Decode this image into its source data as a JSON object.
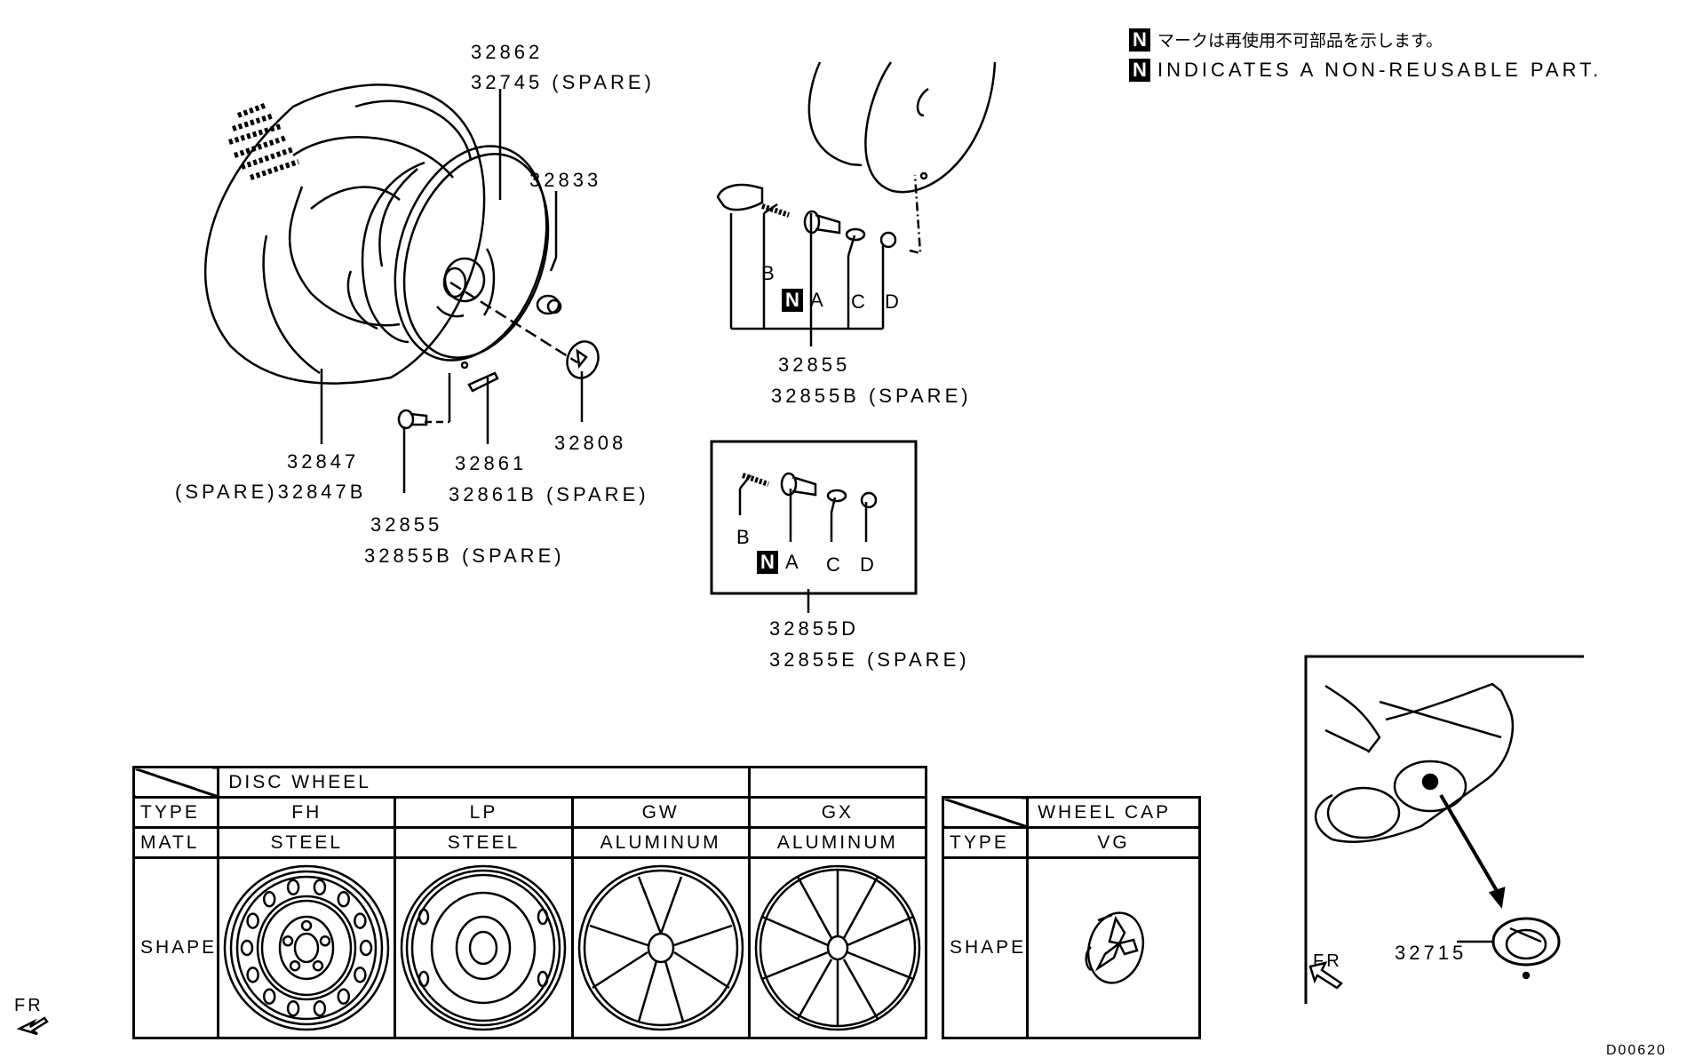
{
  "legend": {
    "mark": "N",
    "japanese": "マークは再使用不可部品を示します。",
    "english": "INDICATES A NON-REUSABLE PART."
  },
  "callouts": {
    "tire": {
      "line1": "32862",
      "line2": "32745 (SPARE)"
    },
    "nut": "32833",
    "tire_main": {
      "line1": "32847",
      "line2": "(SPARE)32847B"
    },
    "balance_weight": {
      "line1": "32861",
      "line2": "32861B (SPARE)"
    },
    "center_cap": "32808",
    "valve_left": {
      "line1": "32855",
      "line2": "32855B (SPARE)"
    },
    "valve_kit": {
      "line1": "32855",
      "line2": "32855B (SPARE)"
    },
    "valve_box": {
      "line1": "32855D",
      "line2": "32855E (SPARE)"
    },
    "spare_cap": "32715"
  },
  "valve_parts": {
    "a": "A",
    "b": "B",
    "c": "C",
    "d": "D",
    "mark": "N"
  },
  "wheel_table": {
    "header": "DISC WHEEL",
    "row_type": "TYPE",
    "row_matl": "MATL",
    "row_shape": "SHAPE",
    "columns": [
      {
        "type": "FH",
        "matl": "STEEL",
        "icon": "steel-wheel-fh"
      },
      {
        "type": "LP",
        "matl": "STEEL",
        "icon": "steel-wheel-lp"
      },
      {
        "type": "GW",
        "matl": "ALUMINUM",
        "icon": "alloy-wheel-gw"
      },
      {
        "type": "GX",
        "matl": "ALUMINUM",
        "icon": "alloy-wheel-gx"
      }
    ]
  },
  "cap_table": {
    "header": "WHEEL CAP",
    "row_type": "TYPE",
    "row_shape": "SHAPE",
    "type": "VG",
    "icon": "wheel-cap-vg"
  },
  "direction": {
    "front": "FR",
    "front_inset": "FR"
  },
  "drawing_code": "D00620"
}
